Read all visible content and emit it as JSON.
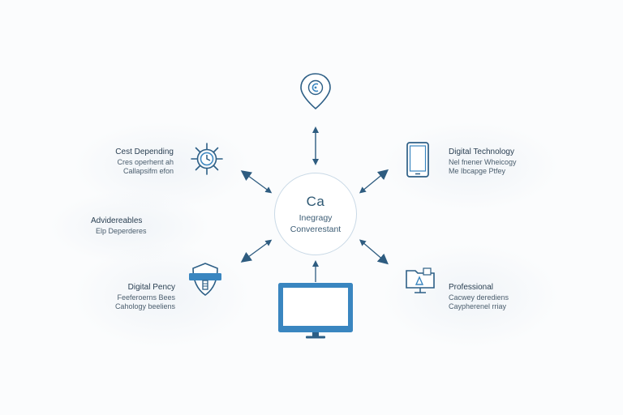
{
  "center": {
    "title": "Ca",
    "line1": "Inegragy",
    "line2": "Converestant"
  },
  "nodes": {
    "top": {
      "icon": "location-pin-icon"
    },
    "cost": {
      "title": "Cest Depending",
      "desc1": "Cres operhent ah",
      "desc2": "Callapsifm efon",
      "icon": "gear-icon"
    },
    "advanced": {
      "title": "Advidereables",
      "desc1": "Elp Deperderes"
    },
    "policy": {
      "title": "Digital Pency",
      "desc1": "Feeferoerns Bees",
      "desc2": "Cahology beeliens",
      "icon": "shield-icon"
    },
    "tech": {
      "title": "Digital Technology",
      "desc1": "Nel fnener Wheicogy",
      "desc2": "Me Ibcapge Ptfey",
      "icon": "tablet-icon"
    },
    "prof": {
      "title": "Professional",
      "desc1": "Cacwey derediens",
      "desc2": "Caypherenel rriay",
      "icon": "folder-icon"
    },
    "monitor": {
      "icon": "monitor-icon"
    }
  },
  "colors": {
    "primary": "#3a86c0",
    "dark": "#2d5f86",
    "arrow": "#2e5c80",
    "line": "#7e9bb2"
  }
}
